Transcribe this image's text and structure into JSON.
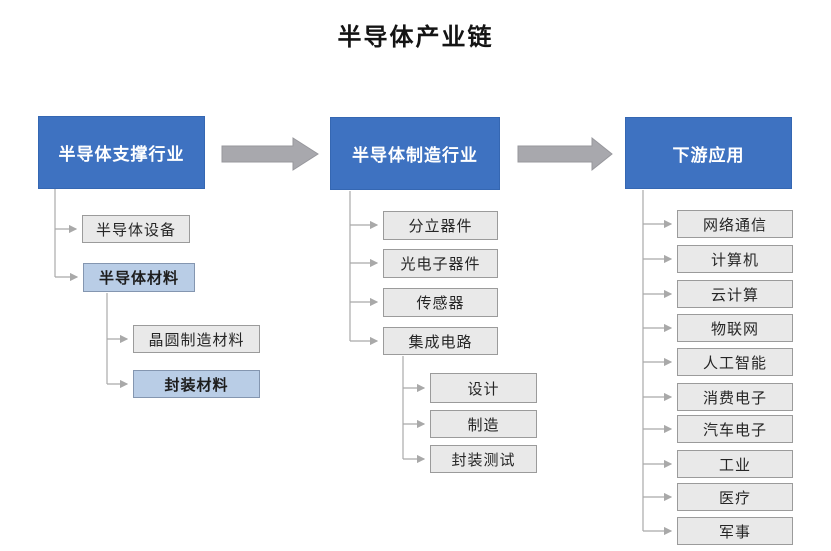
{
  "title": "半导体产业链",
  "colors": {
    "header_bg": "#3E72C1",
    "header_border": "#3567B2",
    "highlight_bg": "#B9CDE6",
    "highlight_border": "#8496B0",
    "box_bg": "#E9E9E9",
    "box_border": "#9B9B9B",
    "block_arrow": "#A8A8AD",
    "block_arrow_border": "#97979C",
    "connector": "#A9A9A9"
  },
  "columns": [
    {
      "header": "半导体支撑行业",
      "items": [
        {
          "label": "半导体设备"
        },
        {
          "label": "半导体材料",
          "highlighted": true,
          "children": [
            {
              "label": "晶圆制造材料"
            },
            {
              "label": "封装材料",
              "highlighted": true
            }
          ]
        }
      ]
    },
    {
      "header": "半导体制造行业",
      "items": [
        {
          "label": "分立器件"
        },
        {
          "label": "光电子器件"
        },
        {
          "label": "传感器"
        },
        {
          "label": "集成电路",
          "children": [
            {
              "label": "设计"
            },
            {
              "label": "制造"
            },
            {
              "label": "封装测试"
            }
          ]
        }
      ]
    },
    {
      "header": "下游应用",
      "items": [
        {
          "label": "网络通信"
        },
        {
          "label": "计算机"
        },
        {
          "label": "云计算"
        },
        {
          "label": "物联网"
        },
        {
          "label": "人工智能"
        },
        {
          "label": "消费电子"
        },
        {
          "label": "汽车电子"
        },
        {
          "label": "工业"
        },
        {
          "label": "医疗"
        },
        {
          "label": "军事"
        }
      ]
    }
  ]
}
